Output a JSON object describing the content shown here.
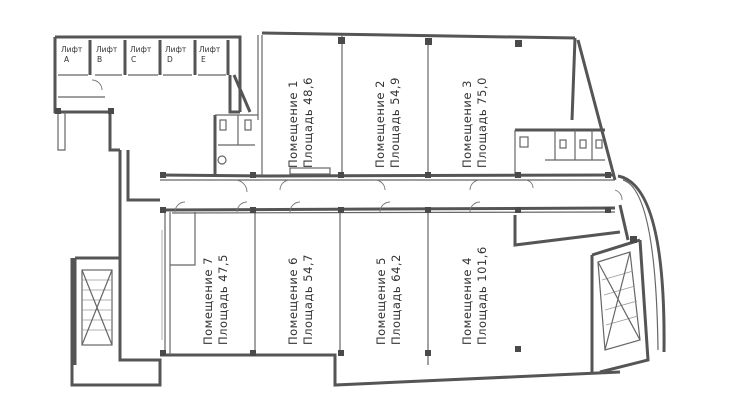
{
  "lifts": [
    {
      "name": "Лифт",
      "letter": "A"
    },
    {
      "name": "Лифт",
      "letter": "B"
    },
    {
      "name": "Лифт",
      "letter": "C"
    },
    {
      "name": "Лифт",
      "letter": "D"
    },
    {
      "name": "Лифт",
      "letter": "E"
    }
  ],
  "rooms": [
    {
      "name": "Помещение 1",
      "area": "Площадь 48,6"
    },
    {
      "name": "Помещение 2",
      "area": "Площадь 54,9"
    },
    {
      "name": "Помещение 3",
      "area": "Площадь 75,0"
    },
    {
      "name": "Помещение 4",
      "area": "Площадь 101,6"
    },
    {
      "name": "Помещение 5",
      "area": "Площадь 64,2"
    },
    {
      "name": "Помещение 6",
      "area": "Площадь 54,7"
    },
    {
      "name": "Помещение 7",
      "area": "Площадь 47,5"
    }
  ]
}
